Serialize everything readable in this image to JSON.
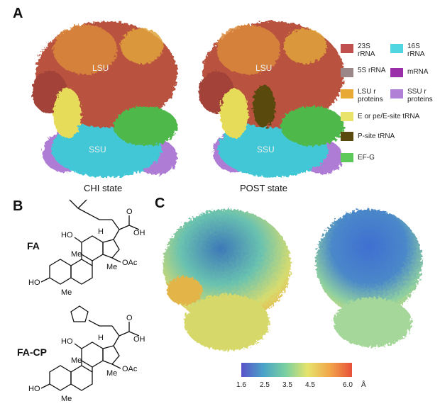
{
  "panels": {
    "a": "A",
    "b": "B",
    "c": "C"
  },
  "panel_a": {
    "left_state": "CHI state",
    "right_state": "POST state",
    "lsu_label": "LSU",
    "ssu_label": "SSU"
  },
  "legend": [
    {
      "label": "23S rRNA",
      "color": "#c0504d"
    },
    {
      "label": "16S rRNA",
      "color": "#4fd6e0"
    },
    {
      "label": "5S rRNA",
      "color": "#9b8688"
    },
    {
      "label": "mRNA",
      "color": "#9a2ea8"
    },
    {
      "label": "LSU r proteins",
      "color": "#e8a935"
    },
    {
      "label": "SSU r proteins",
      "color": "#b07fd6"
    },
    {
      "label": "E or pe/E-site tRNA",
      "color": "#e9e36b"
    },
    {
      "label": "P-site tRNA",
      "color": "#5a4a10"
    },
    {
      "label": "EF-G",
      "color": "#5cc95a"
    }
  ],
  "panel_b": {
    "compound1": "FA",
    "compound2": "FA-CP",
    "groups": {
      "oh": "OH",
      "o": "O",
      "ho_top": "HO",
      "ho_left": "HO",
      "oac": "OAc",
      "h": "H",
      "me": "Me"
    }
  },
  "colorbar": {
    "ticks": [
      "1.6",
      "2.5",
      "3.5",
      "4.5",
      "6.0"
    ],
    "unit": "Å",
    "colors": [
      "#5a52c9",
      "#4aa3c8",
      "#7ad0a0",
      "#e6e36a",
      "#f1a64a",
      "#e8503a"
    ]
  }
}
